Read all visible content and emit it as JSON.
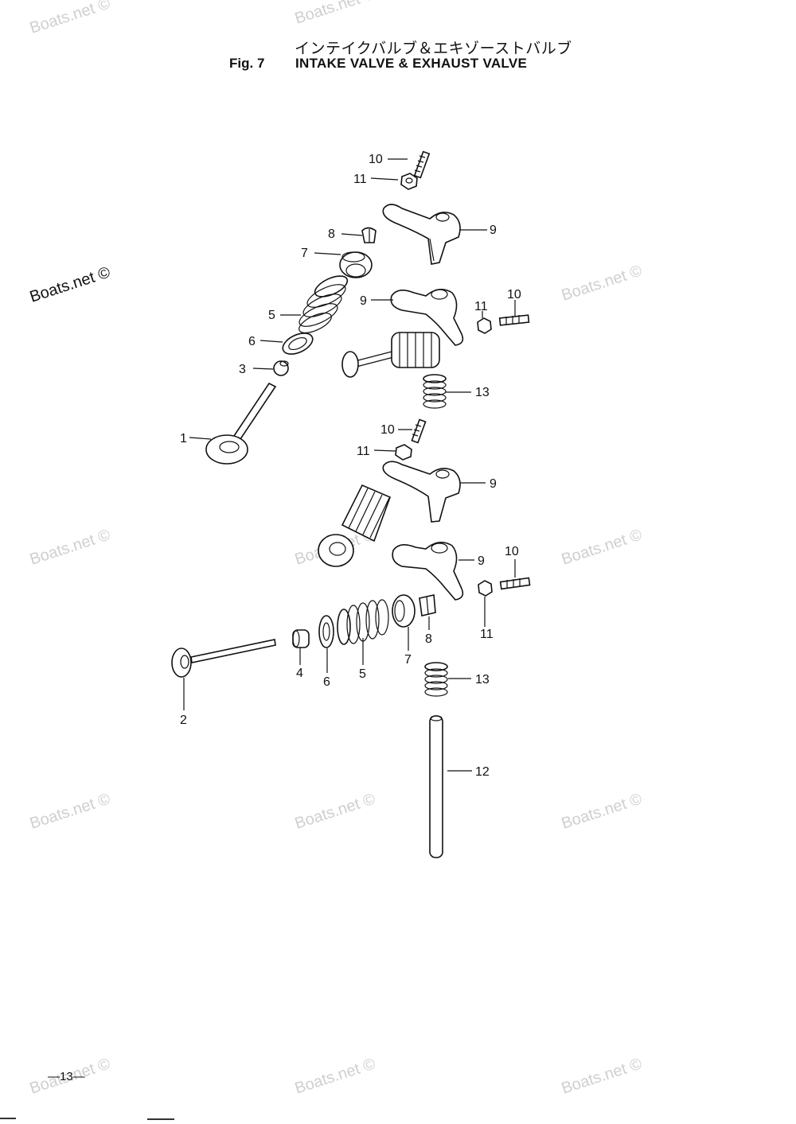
{
  "header": {
    "title_jp": "インテイクバルブ＆エキゾーストバルブ",
    "fig_label": "Fig. 7",
    "title_en": "INTAKE VALVE & EXHAUST VALVE"
  },
  "watermark": {
    "text": "Boats.net ©"
  },
  "callouts": {
    "c1": "1",
    "c2": "2",
    "c3": "3",
    "c4": "4",
    "c5a": "5",
    "c5b": "5",
    "c6a": "6",
    "c6b": "6",
    "c7a": "7",
    "c7b": "7",
    "c8a": "8",
    "c8b": "8",
    "c9a": "9",
    "c9b": "9",
    "c9c": "9",
    "c9d": "9",
    "c10a": "10",
    "c10b": "10",
    "c10c": "10",
    "c10d": "10",
    "c11a": "11",
    "c11b": "11",
    "c11c": "11",
    "c11d": "11",
    "c12": "12",
    "c13a": "13",
    "c13b": "13"
  },
  "footer": {
    "page_number": "—13—"
  }
}
